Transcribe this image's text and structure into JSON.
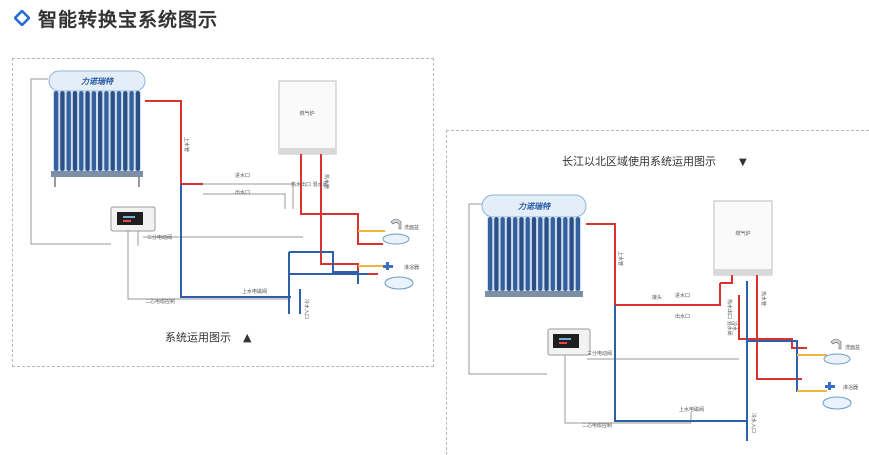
{
  "page": {
    "title": "智能转换宝系统图示"
  },
  "left_panel": {
    "caption": "系统运用图示",
    "caption_arrow": "▲",
    "collector_brand": "力诺瑞特",
    "boiler_label": "燃气炉",
    "labels": {
      "pipe_up": "上水管",
      "hot_1": "进水口",
      "hot_2": "出水口",
      "mix": "热水出口 混水阀",
      "out_pipe": "热水管",
      "valve_3way": "三分电动阀",
      "sensor_wire": "二芯电缆控制",
      "top_valve": "上水电磁阀",
      "drain": "冷水入口",
      "basin": "洗面盆",
      "tap": "淋浴器"
    }
  },
  "right_panel": {
    "title": "长江以北区域使用系统运用图示",
    "title_arrow": "▼",
    "collector_brand": "力诺瑞特",
    "boiler_label": "燃气炉",
    "labels": {
      "pipe_up": "上水管",
      "join": "接头",
      "hot_1": "进水口",
      "hot_2": "出水口",
      "mix": "热水出口 混水阀",
      "out_pipe": "热水管",
      "valve_3way": "三分电动阀",
      "sensor_wire": "二芯电缆控制",
      "top_valve": "上水电磁阀",
      "cold": "冷水",
      "drain": "冷水入口",
      "basin": "洗面盆",
      "tap": "淋浴器"
    }
  },
  "colors": {
    "hot_pipe": "#d8332e",
    "cold_pipe": "#2e5fa8",
    "mix_pipe": "#f0b43a",
    "wire": "#9a9a9a",
    "diamond": "#2b6bd6"
  }
}
